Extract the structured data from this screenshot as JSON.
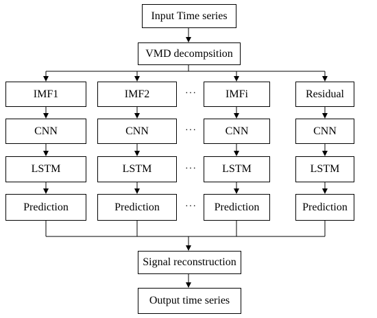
{
  "diagram": {
    "top_nodes": {
      "input": "Input Time series",
      "decomposition": "VMD decompsition"
    },
    "columns": [
      {
        "component": "IMF1",
        "cnn": "CNN",
        "lstm": "LSTM",
        "prediction": "Prediction"
      },
      {
        "component": "IMF2",
        "cnn": "CNN",
        "lstm": "LSTM",
        "prediction": "Prediction"
      },
      {
        "component": "IMFi",
        "cnn": "CNN",
        "lstm": "LSTM",
        "prediction": "Prediction"
      },
      {
        "component": "Residual",
        "cnn": "CNN",
        "lstm": "LSTM",
        "prediction": "Prediction"
      }
    ],
    "ellipsis": "···",
    "bottom_nodes": {
      "reconstruction": "Signal reconstruction",
      "output": "Output time series"
    }
  }
}
